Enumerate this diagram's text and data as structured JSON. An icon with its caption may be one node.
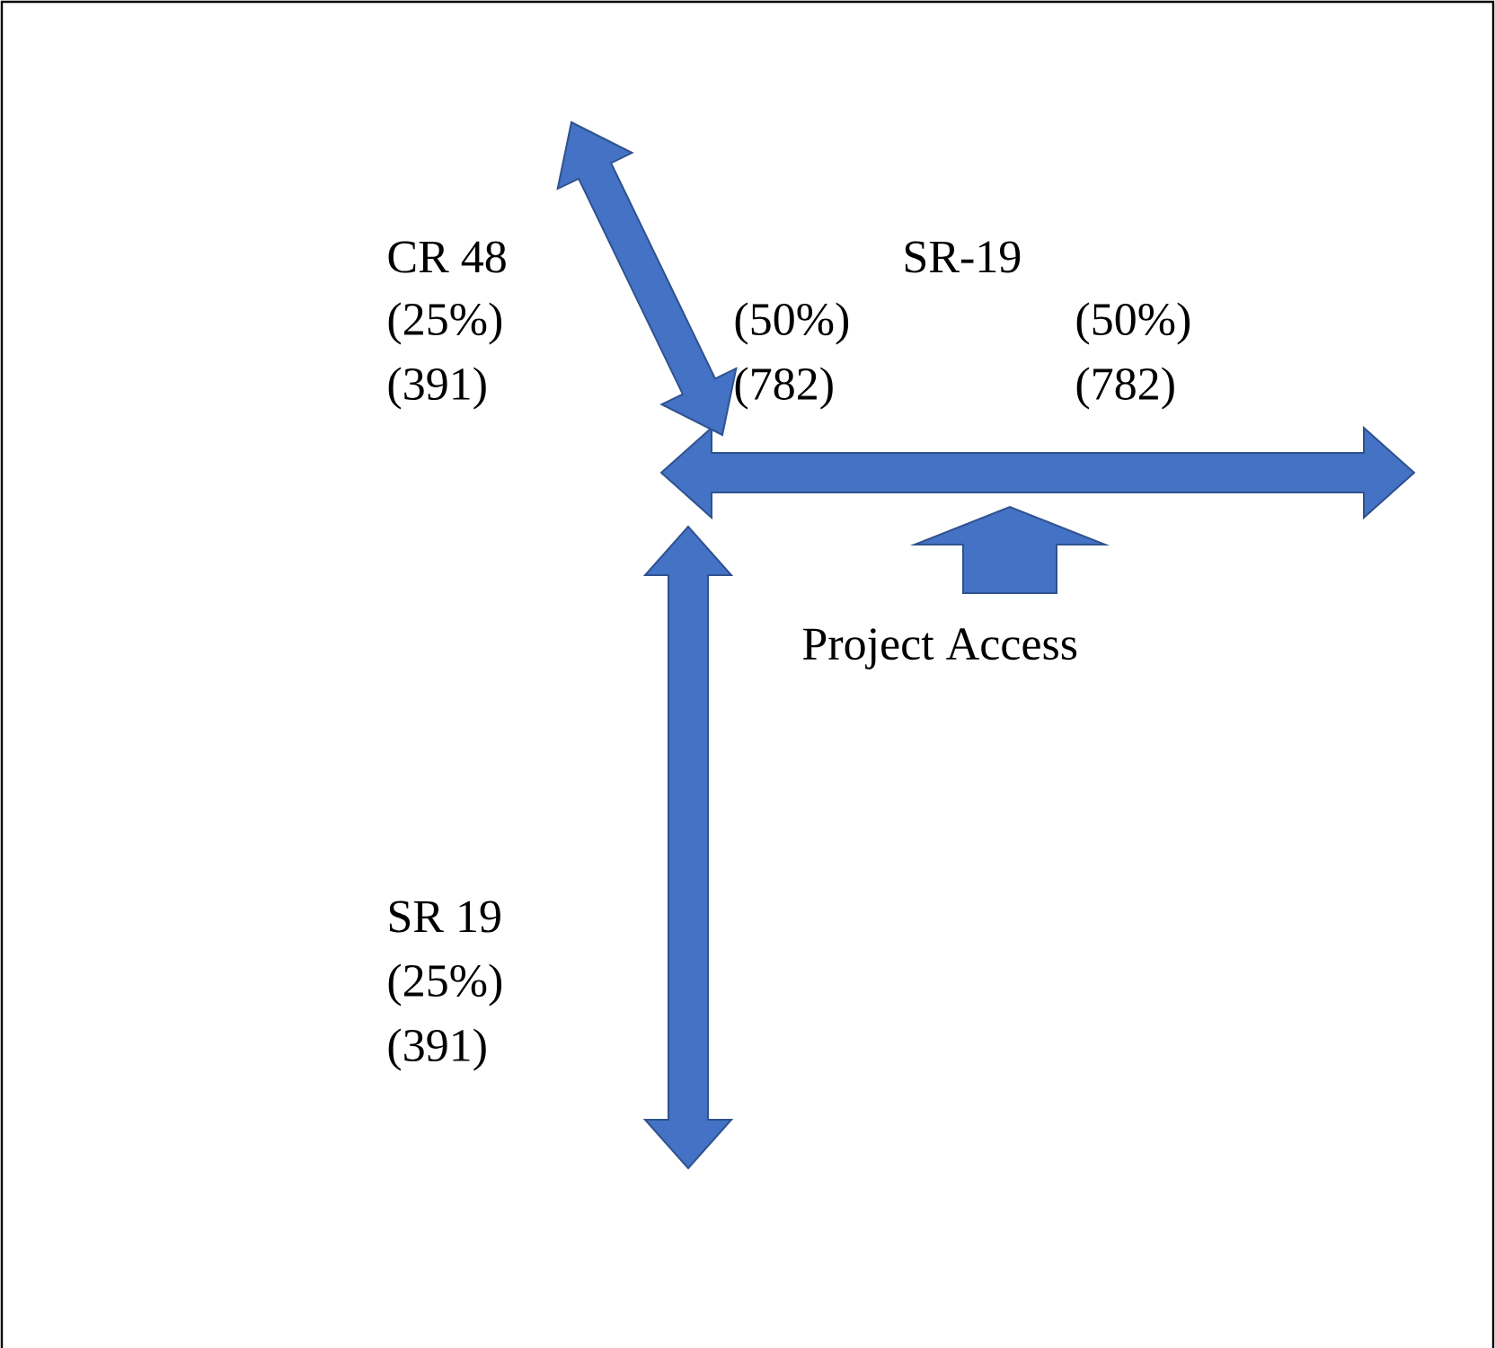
{
  "diagram": {
    "labels": [
      "CR 48",
      "SR-19",
      "(25%)",
      "(50%)",
      "(50%)",
      "(391)",
      "(782)",
      "(782)",
      "Project Access",
      "SR 19",
      "(25%)",
      "(391)"
    ]
  }
}
